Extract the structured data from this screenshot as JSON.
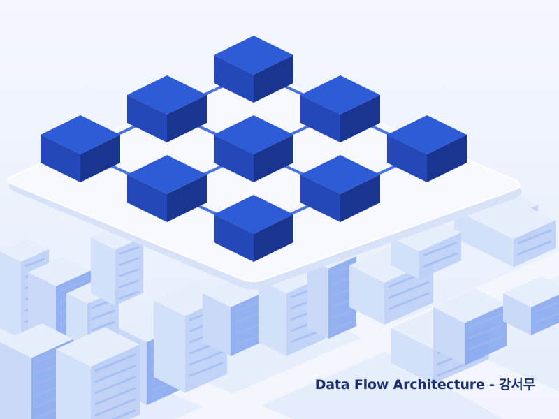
{
  "caption": "Data Flow Architecture - 강서무",
  "grid": {
    "rows": [
      [
        "node",
        null,
        null
      ],
      [
        "node",
        "node",
        null
      ],
      [
        "node",
        "node",
        "node"
      ],
      [
        null,
        "node",
        "node"
      ],
      [
        null,
        null,
        "node"
      ]
    ]
  },
  "colors": {
    "background": "#eef3fd",
    "platform": "#f7f9ff",
    "node_top": "#2e5bd6",
    "node_left": "#2448b8",
    "node_right": "#1a3590",
    "connector": "#4a74e0",
    "city": "#c9d8f7",
    "city_dark": "#8aa8ee",
    "road": "#f3f6fd",
    "caption_text": "#1b2f6e"
  },
  "icons": {
    "node": "blue-cube-icon",
    "city": "isometric-city-buildings"
  }
}
